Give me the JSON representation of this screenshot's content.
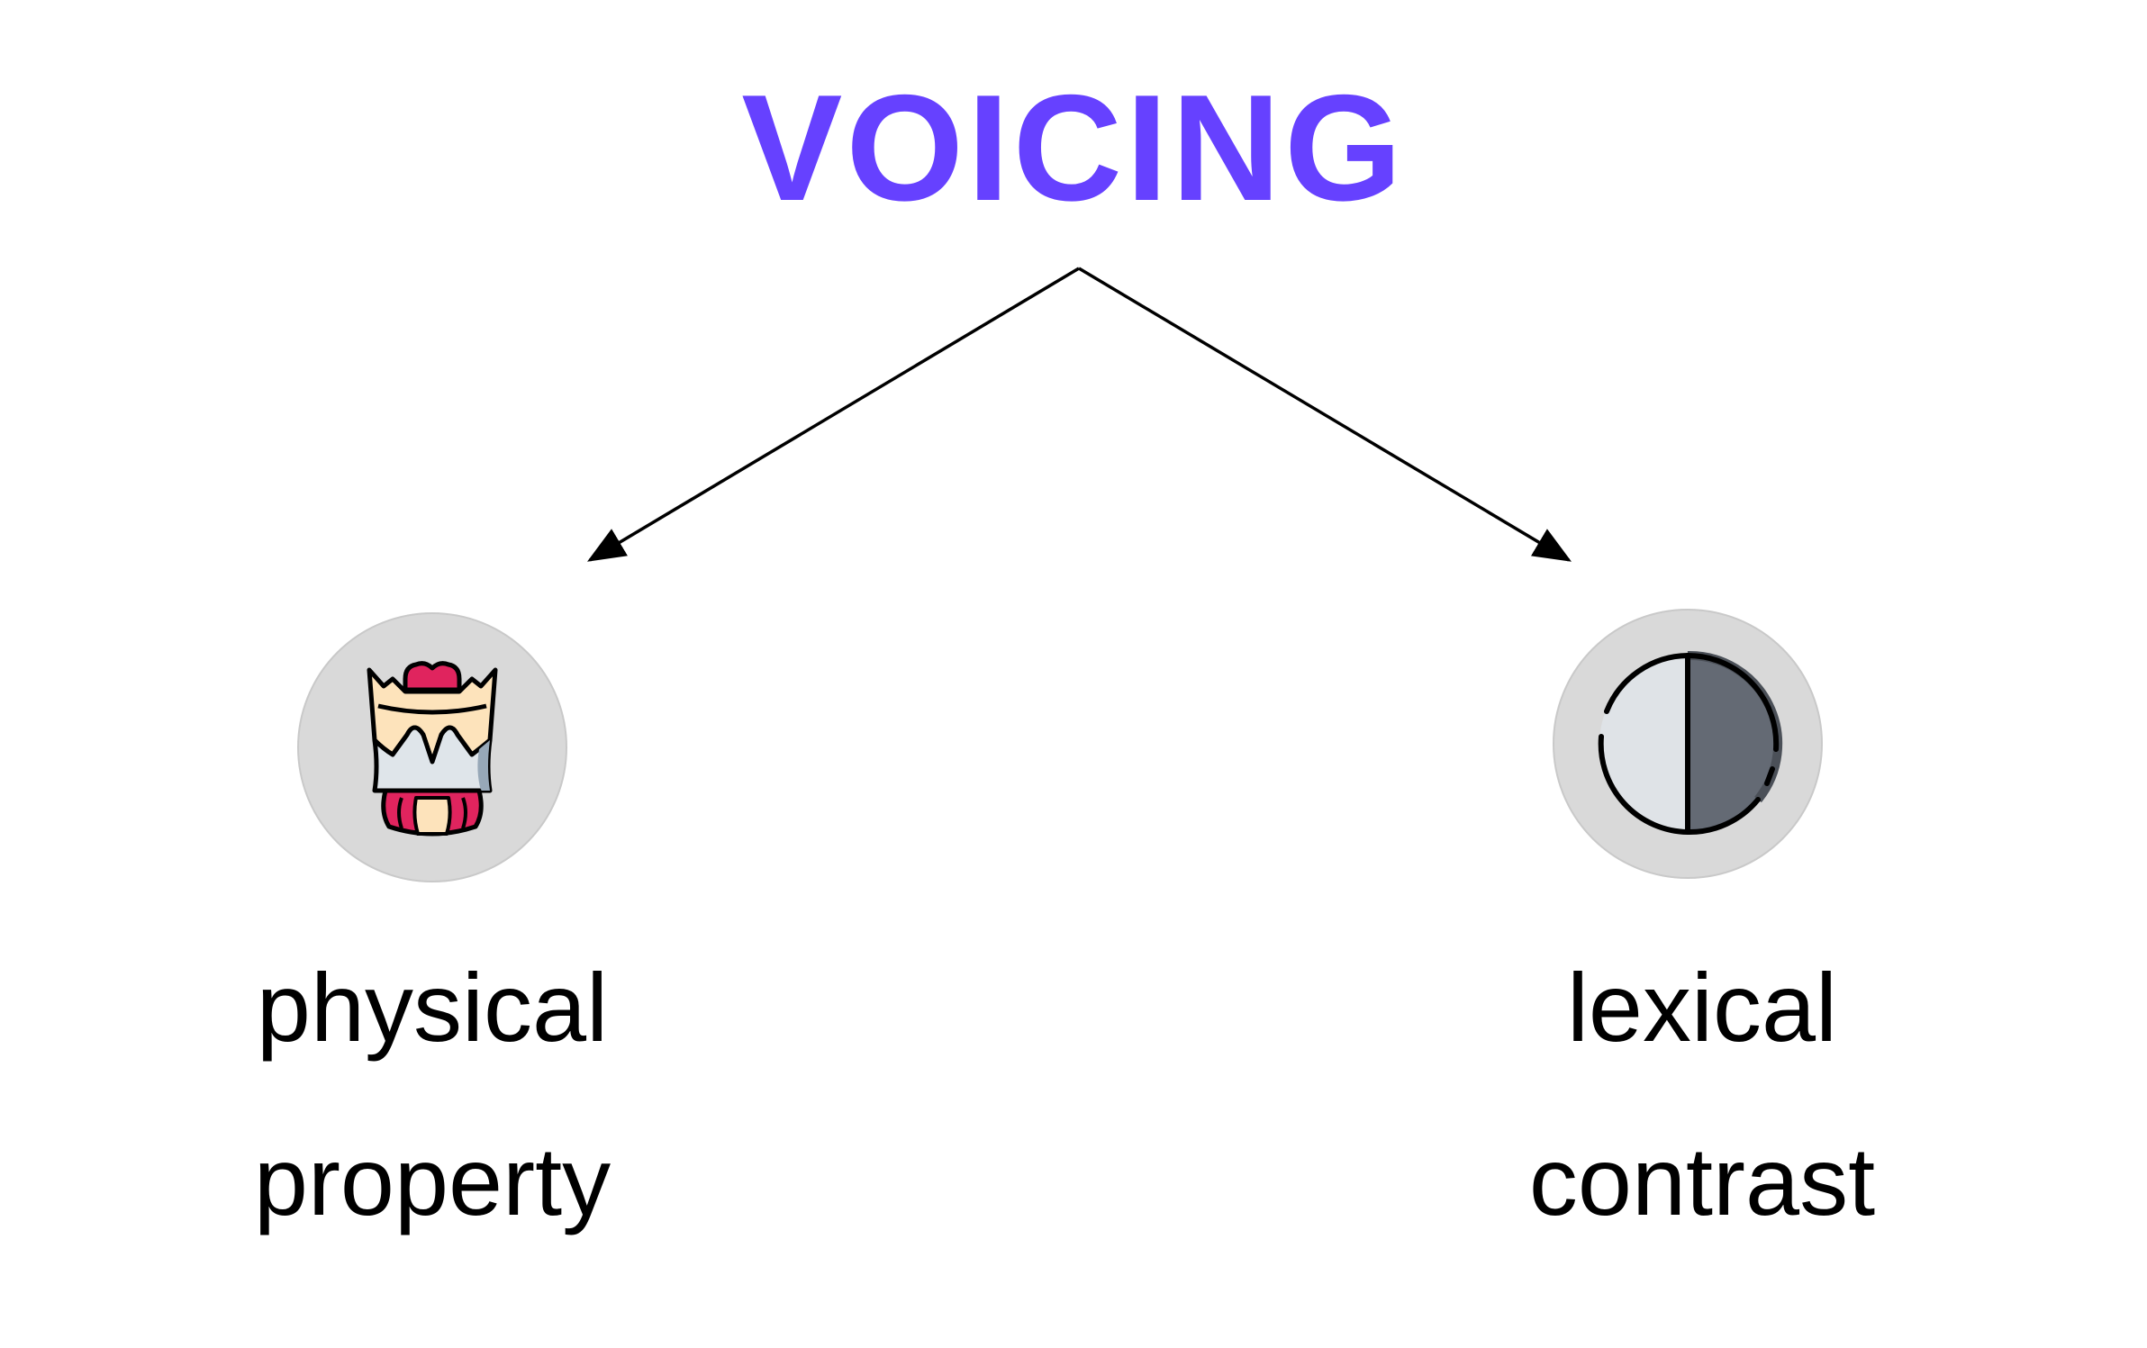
{
  "title": {
    "text": "VOICING",
    "color": "#6641ff"
  },
  "nodes": {
    "left": {
      "icon": "larynx-icon",
      "label_line1": "physical",
      "label_line2": "property"
    },
    "right": {
      "icon": "half-circle-contrast-icon",
      "label_line1": "lexical",
      "label_line2": "contrast"
    }
  },
  "colors": {
    "circle_fill": "#d9d9d9",
    "arrow": "#000000"
  }
}
